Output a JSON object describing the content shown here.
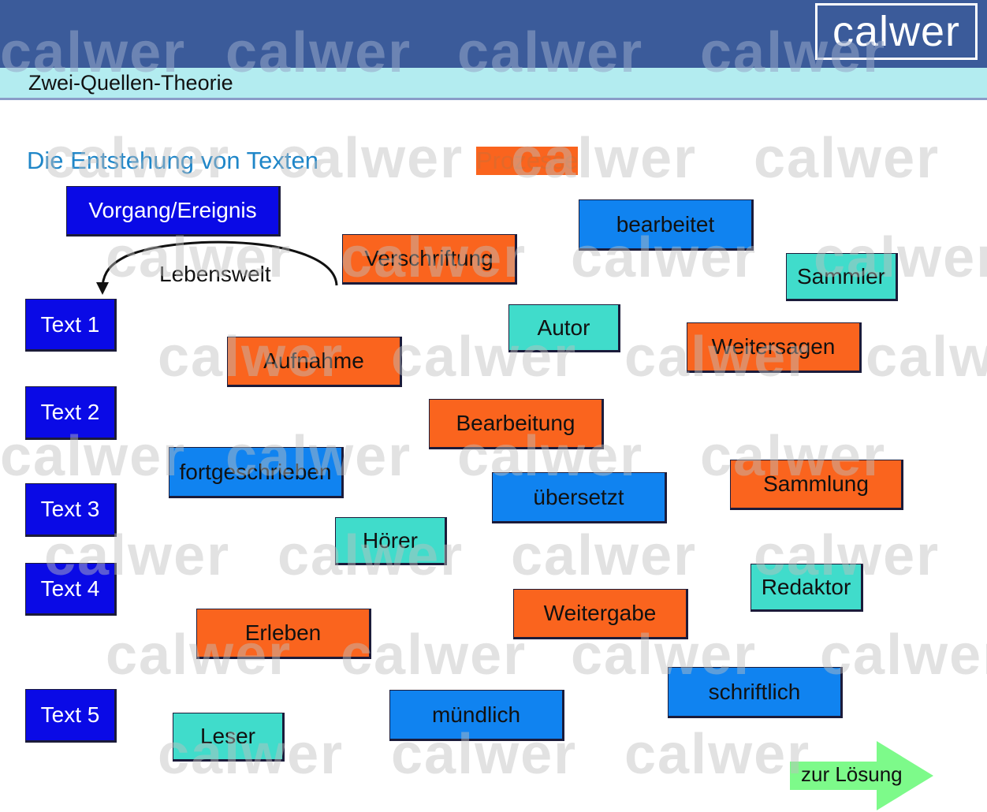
{
  "header": {
    "logo": "calwer",
    "title": "Zwei-Quellen-Theorie",
    "watermark": "calwer"
  },
  "headings": {
    "left": "Die Entstehung von Texten",
    "right": "Prozesse"
  },
  "labels": {
    "lebenswelt": "Lebenswelt"
  },
  "boxes": {
    "vorgang": "Vorgang/Ereignis",
    "text1": "Text 1",
    "text2": "Text 2",
    "text3": "Text 3",
    "text4": "Text 4",
    "text5": "Text 5",
    "verschriftung": "Verschriftung",
    "aufnahme": "Aufnahme",
    "bearbeitung": "Bearbeitung",
    "weitersagen": "Weitersagen",
    "sammlung": "Sammlung",
    "weitergabe": "Weitergabe",
    "erleben": "Erleben",
    "bearbeitet": "bearbeitet",
    "fortgeschrieben": "fortgeschrieben",
    "uebersetzt": "übersetzt",
    "schriftlich": "schriftlich",
    "muendlich": "mündlich",
    "autor": "Autor",
    "sammler": "Sammler",
    "hoerer": "Hörer",
    "redaktor": "Redaktor",
    "leser": "Leser"
  },
  "navigation": {
    "next_label": "zur Lösung"
  },
  "colors": {
    "header": "#3b5b9a",
    "title_bar": "#b3ecf0",
    "dark_blue": "#0a0ae6",
    "medium_blue": "#1083f0",
    "orange": "#fa641e",
    "teal": "#40dccb",
    "next_arrow": "#7dfa8a"
  }
}
